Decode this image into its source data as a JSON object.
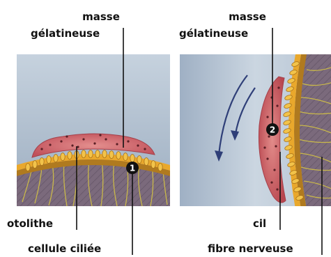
{
  "diagram": {
    "left": {
      "top_label": [
        "masse",
        "gélatineuse"
      ],
      "marker": "1",
      "labels": {
        "otolith": "otolithe",
        "hair_cell": "cellule ciliée"
      }
    },
    "right": {
      "top_label": [
        "masse",
        "gélatineuse"
      ],
      "marker": "2",
      "labels": {
        "cilium": "cil",
        "nerve_fiber": "fibre nerveuse"
      }
    }
  },
  "colors": {
    "panel_bg_top": "#c3cfdc",
    "panel_bg_bottom": "#9fb0c3",
    "gel_mass": "#d4686b",
    "membrane": "#e9a82c",
    "tissue": "#7a6a7b",
    "nerve": "#c9b84a",
    "arrow": "#2f3f78",
    "marker_bg": "#111111",
    "marker_text": "#ffffff",
    "leader": "#111111"
  }
}
